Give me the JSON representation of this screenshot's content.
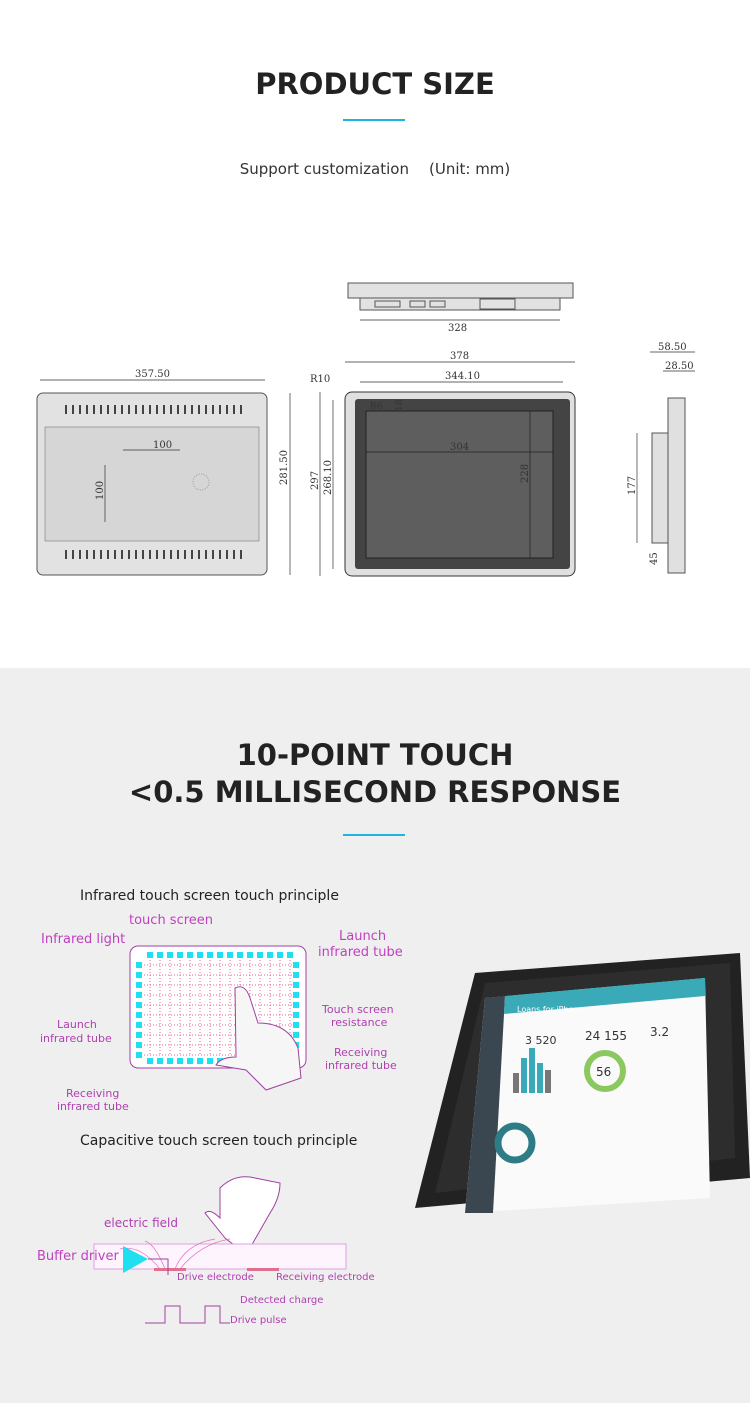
{
  "size_section": {
    "title": "PRODUCT SIZE",
    "subtitle_left": "Support customization",
    "subtitle_right": "(Unit: mm)",
    "back_view": {
      "width": "357.50",
      "height": "281.50",
      "vesa_h": "100",
      "vesa_v": "100"
    },
    "bottom_view": {
      "width": "328"
    },
    "front_view": {
      "outer_width": "378",
      "inner_width": "344.10",
      "corner_outer": "R10",
      "corner_inner": "R6",
      "top_margin": "18",
      "screen_width": "304",
      "screen_height": "228",
      "outer_height": "297",
      "inner_height": "268.10"
    },
    "side_view": {
      "depth_total": "58.50",
      "depth_front": "28.50",
      "bracket": "177",
      "offset": "45"
    }
  },
  "touch_section": {
    "title_line1": "10-POINT TOUCH",
    "title_line2": "<0.5 MILLISECOND RESPONSE",
    "infrared": {
      "title": "Infrared touch screen touch principle",
      "touch_screen": "touch screen",
      "infrared_light": "Infrared light",
      "launch_tube_top_1": "Launch",
      "launch_tube_top_2": "infrared tube",
      "resistance_1": "Touch screen",
      "resistance_2": "resistance",
      "launch_tube_left_1": "Launch",
      "launch_tube_left_2": "infrared tube",
      "receiving_right_1": "Receiving",
      "receiving_right_2": "infrared tube",
      "receiving_bottom_1": "Receiving",
      "receiving_bottom_2": "infrared tube"
    },
    "capacitive": {
      "title": "Capacitive touch screen touch principle",
      "electric_field": "electric field",
      "buffer_driver": "Buffer driver",
      "drive_electrode": "Drive electrode",
      "receiving_electrode": "Receiving electrode",
      "detected_charge": "Detected charge",
      "drive_pulse": "Drive pulse"
    },
    "tablet_screen": {
      "app_title": "Loans for iPhone",
      "stat1": "3 520",
      "stat2": "24 155",
      "stat3": "3.2",
      "ratings": "56"
    },
    "colors": {
      "accent": "#1fb3e0",
      "diagram_label": "#c040c0",
      "tube": "#1ee0f0"
    }
  }
}
